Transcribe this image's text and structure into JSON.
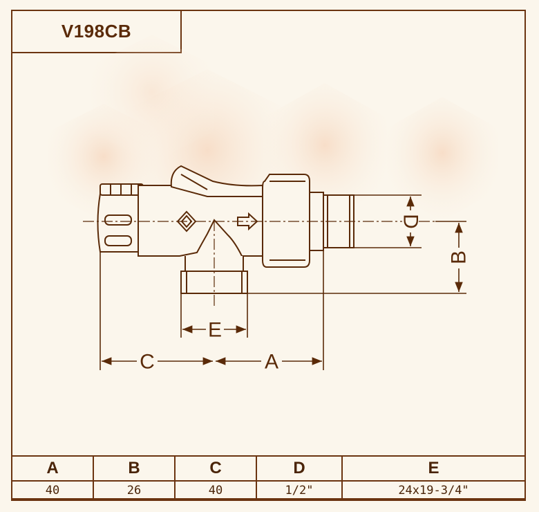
{
  "title": "V198CB",
  "dimension_labels": {
    "a": "A",
    "b": "B",
    "c": "C",
    "d": "D",
    "e": "E"
  },
  "table": {
    "headers": [
      "A",
      "B",
      "C",
      "D",
      "E"
    ],
    "values": [
      "40",
      "26",
      "40",
      "1/2\"",
      "24x19-3/4\""
    ]
  },
  "colors": {
    "line": "#5a2a08",
    "body": "#fbf6ec",
    "watermark": "#f7dcc4"
  }
}
